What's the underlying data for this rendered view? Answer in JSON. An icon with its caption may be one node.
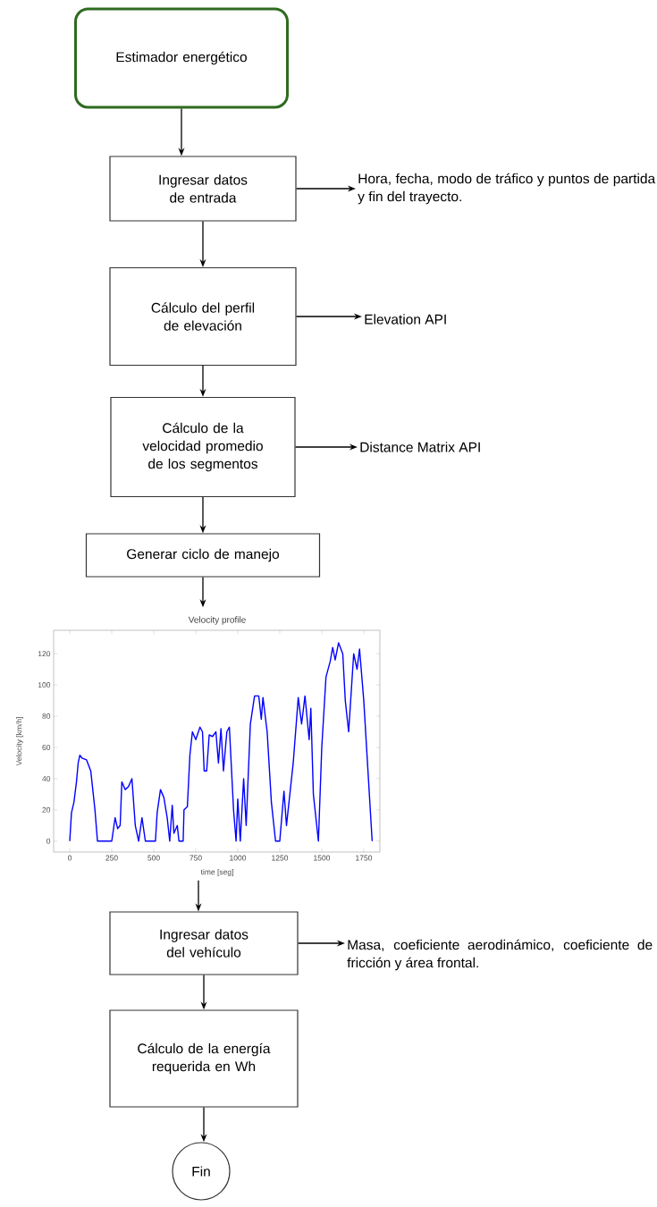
{
  "diagram": {
    "nodes": [
      {
        "text": [
          "Estimador energético"
        ]
      },
      {
        "text": [
          "Ingresar datos de entrada"
        ]
      },
      {
        "text": [
          "Hora, fecha, modo de tráfico y puntos de partida y fin del trayecto."
        ]
      },
      {
        "text": [
          "Cálculo del perfil de elevación"
        ]
      },
      {
        "text": [
          "Elevation API"
        ]
      },
      {
        "text": [
          "Cálculo de la velocidad promedio de los segmentos"
        ]
      },
      {
        "text": [
          "Distance Matrix API"
        ]
      },
      {
        "text": [
          "Generar ciclo de manejo"
        ]
      },
      {
        "text": [],
        "shape": "picture"
      },
      {
        "text": [
          "Ingresar datos del vehículo"
        ]
      },
      {
        "text": [
          "Masa, coeficiente aerodinámico, coeficiente de fricción y área frontal."
        ]
      },
      {
        "text": [
          "Cálculo de la energía requerida en Wh"
        ]
      },
      {
        "text": [
          "Fin"
        ]
      }
    ],
    "edges": [
      {
        "from": 0,
        "to": 1,
        "arrow": "to"
      },
      {
        "from": 1,
        "to": 2,
        "arrow": "to"
      },
      {
        "from": 1,
        "to": 3,
        "arrow": "to"
      },
      {
        "from": 3,
        "to": 4,
        "arrow": "to"
      },
      {
        "from": 3,
        "to": 5,
        "arrow": "to"
      },
      {
        "from": 5,
        "to": 6,
        "arrow": "to"
      },
      {
        "from": 5,
        "to": 7,
        "arrow": "to"
      },
      {
        "from": 7,
        "to": 8,
        "arrow": "to"
      },
      {
        "from": 8,
        "to": 9,
        "arrow": "to"
      },
      {
        "from": 9,
        "to": 10,
        "arrow": "to"
      },
      {
        "from": 9,
        "to": 11,
        "arrow": "to"
      },
      {
        "from": 11,
        "to": 12,
        "arrow": "to"
      }
    ],
    "chart_data": {
      "type": "line",
      "title": "Velocity profile",
      "xlabel": "time [seg]",
      "ylabel": "Velocity [km/h]",
      "x": [
        0,
        10,
        25,
        40,
        50,
        60,
        75,
        100,
        125,
        150,
        165,
        250,
        270,
        285,
        300,
        310,
        330,
        350,
        370,
        390,
        410,
        430,
        450,
        510,
        520,
        540,
        560,
        580,
        595,
        610,
        620,
        640,
        650,
        675,
        680,
        700,
        715,
        730,
        750,
        775,
        790,
        800,
        815,
        830,
        850,
        870,
        885,
        900,
        915,
        935,
        950,
        975,
        990,
        1000,
        1015,
        1035,
        1050,
        1075,
        1100,
        1125,
        1140,
        1150,
        1175,
        1200,
        1225,
        1250,
        1275,
        1290,
        1330,
        1360,
        1380,
        1400,
        1425,
        1435,
        1450,
        1480,
        1500,
        1525,
        1550,
        1565,
        1580,
        1600,
        1625,
        1640,
        1660,
        1690,
        1710,
        1725,
        1750,
        1800
      ],
      "series": [
        {
          "color": "#0000ff",
          "values": [
            0,
            18,
            25,
            38,
            50,
            55,
            53,
            52,
            45,
            20,
            0,
            0,
            15,
            8,
            10,
            38,
            33,
            35,
            40,
            10,
            0,
            15,
            0,
            0,
            18,
            33,
            28,
            15,
            0,
            23,
            5,
            10,
            0,
            0,
            20,
            22,
            55,
            70,
            65,
            73,
            70,
            45,
            45,
            68,
            67,
            70,
            50,
            72,
            45,
            70,
            73,
            20,
            0,
            27,
            0,
            40,
            10,
            75,
            93,
            93,
            78,
            92,
            70,
            25,
            0,
            0,
            32,
            10,
            50,
            92,
            75,
            93,
            65,
            85,
            30,
            0,
            60,
            105,
            115,
            124,
            116,
            127,
            120,
            90,
            70,
            120,
            110,
            123,
            90,
            0
          ]
        }
      ],
      "xlim": [
        -96,
        1846
      ],
      "ylim": [
        -7,
        135
      ],
      "xticks": [
        0,
        250,
        500,
        750,
        1000,
        1250,
        1500,
        1750
      ],
      "yticks": [
        0,
        20,
        40,
        60,
        80,
        100,
        120
      ]
    }
  }
}
